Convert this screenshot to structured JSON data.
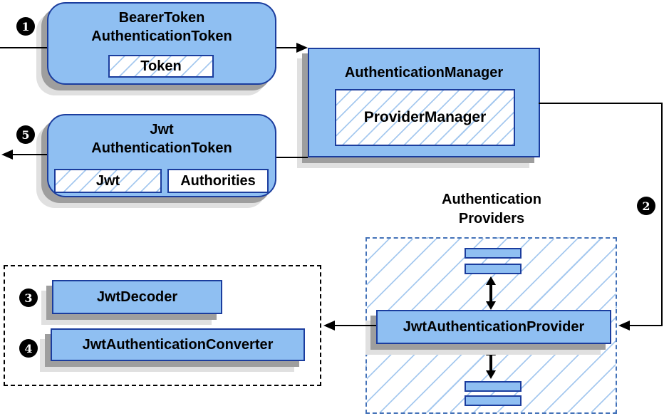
{
  "nodes": {
    "bearer_token": {
      "title_line1": "BearerToken",
      "title_line2": "AuthenticationToken",
      "slot_token": "Token"
    },
    "jwt_token": {
      "title_line1": "Jwt",
      "title_line2": "AuthenticationToken",
      "slot_jwt": "Jwt",
      "slot_authorities": "Authorities"
    },
    "auth_manager": {
      "title": "AuthenticationManager",
      "inner": "ProviderManager"
    },
    "providers_group": {
      "label_line1": "Authentication",
      "label_line2": "Providers"
    },
    "jwt_auth_provider": {
      "title": "JwtAuthenticationProvider"
    },
    "jwt_decoder": {
      "title": "JwtDecoder"
    },
    "jwt_auth_converter": {
      "title": "JwtAuthenticationConverter"
    }
  },
  "step_badges": [
    "1",
    "2",
    "3",
    "4",
    "5"
  ],
  "colors": {
    "node_fill": "#8FBFF2",
    "node_border": "#1B3D9E",
    "hatch": "#A6C9EF",
    "dashed_blue": "#4472B8",
    "shadow_dark": "#9E9E9E",
    "shadow_light": "#E0E0E0",
    "arrow": "#000000",
    "badge_bg": "#000000",
    "badge_text": "#FFFFFF"
  }
}
